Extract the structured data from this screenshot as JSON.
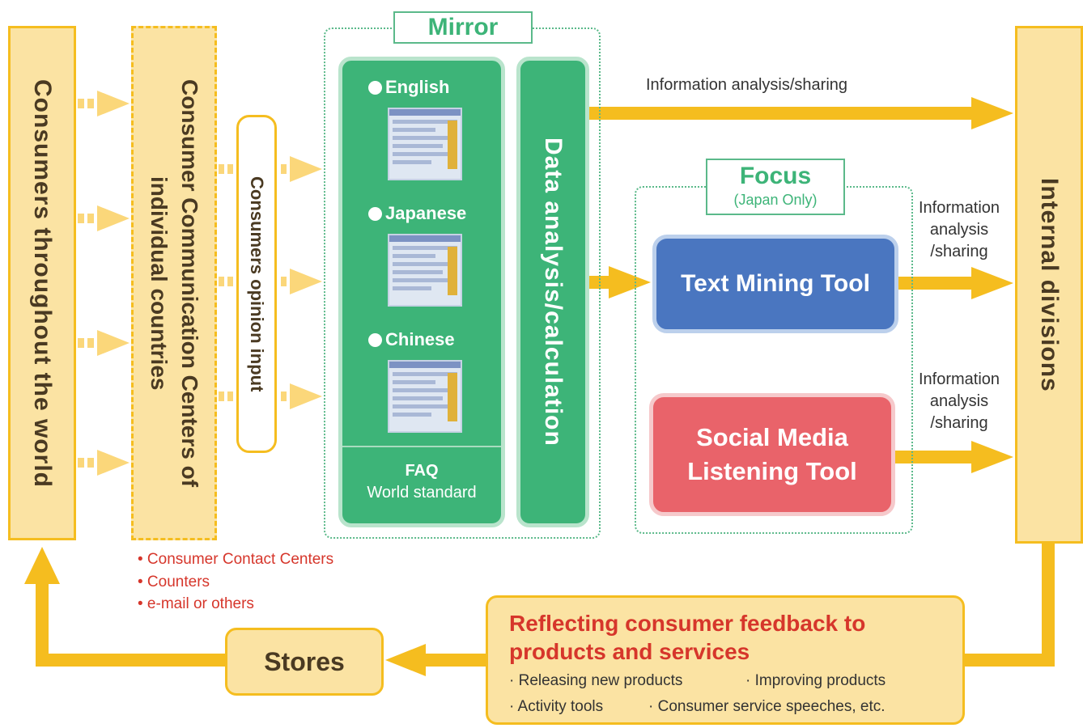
{
  "consumers": "Consumers throughout the world",
  "centers": "Consumer Communication Centers of individual countries",
  "contact_list": [
    "• Consumer Contact Centers",
    "• Counters",
    "• e-mail or others"
  ],
  "opinion_input": "Consumers opinion input",
  "mirror": {
    "title": "Mirror",
    "languages": [
      "English",
      "Japanese",
      "Chinese"
    ],
    "faq_title": "FAQ",
    "faq_subtitle": "World standard"
  },
  "data_analysis": "Data analysis/calculation",
  "top_arrow_label": "Information analysis/sharing",
  "focus": {
    "title": "Focus",
    "subtitle": "(Japan Only)",
    "tools": [
      "Text Mining Tool",
      "Social Media Listening Tool"
    ]
  },
  "side_labels": [
    "Information analysis /sharing",
    "Information analysis /sharing"
  ],
  "internal": "Internal divisions",
  "reflecting": {
    "title": "Reflecting consumer feedback to products and services",
    "items": [
      "· Releasing new products",
      "· Improving products",
      "· Activity tools",
      "· Consumer service speeches, etc."
    ]
  },
  "stores": "Stores",
  "colors": {
    "yellow": "#f5bd1f",
    "cream": "#fbe3a3",
    "green": "#3db478",
    "blue": "#4a76c0",
    "red": "#e9636a",
    "accent_red": "#d6362b"
  }
}
